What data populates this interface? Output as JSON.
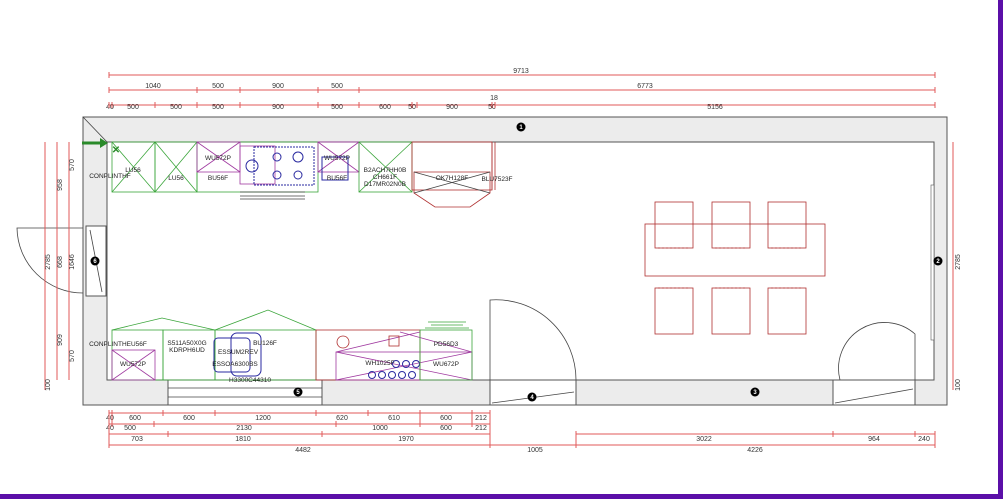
{
  "dims_top": {
    "overall": "9713",
    "row2": [
      "1040",
      "500",
      "900",
      "500",
      "6773"
    ],
    "row3": [
      "40",
      "500",
      "500",
      "500",
      "900",
      "500",
      "600",
      "50",
      "900",
      "50",
      "5156"
    ],
    "extra": "18"
  },
  "dims_bottom": {
    "row1": [
      "40",
      "600",
      "600",
      "1200",
      "620",
      "610",
      "600",
      "212"
    ],
    "row2": [
      "40",
      "500",
      "2130",
      "1000",
      "600",
      "212"
    ],
    "row3": [
      "703",
      "1810",
      "1970"
    ],
    "row3_right": [
      "3022",
      "964",
      "240"
    ],
    "row4": [
      "4482",
      "1005",
      "4226"
    ]
  },
  "dims_left": {
    "overall": "2785",
    "mid": [
      "958",
      "668",
      "909"
    ],
    "inner": [
      "570",
      "1646",
      "570"
    ],
    "base": "100"
  },
  "dims_right": {
    "overall": "2785",
    "base": "100"
  },
  "wall_markers": [
    "1",
    "2",
    "3",
    "4",
    "5",
    "6"
  ],
  "cabinets_top": [
    "CONPLINTHF",
    "LU56",
    "LU56",
    "WU572P",
    "BU56F",
    "WU572P",
    "BU56F",
    "B2ACH7HH0B",
    "CH661F",
    "D17MR02N0B",
    "OK7H128F",
    "BLU7523F"
  ],
  "cabinets_bottom": [
    "CONPLINTHEU56F",
    "WU572P",
    "S511A50X0G",
    "KDRPH6UD",
    "ESSUM2REV",
    "BU126F",
    "ESSOA6300BS",
    "H3300C44310",
    "WH1025F",
    "PD56D3",
    "WU672P"
  ],
  "colors": {
    "border": "#5b0fa8",
    "dimension": "#e05a5a",
    "base_units": "#3aa53a",
    "wall_units": "#a03aa0",
    "appliances": "#2a2aa0",
    "furniture": "#b03030"
  }
}
